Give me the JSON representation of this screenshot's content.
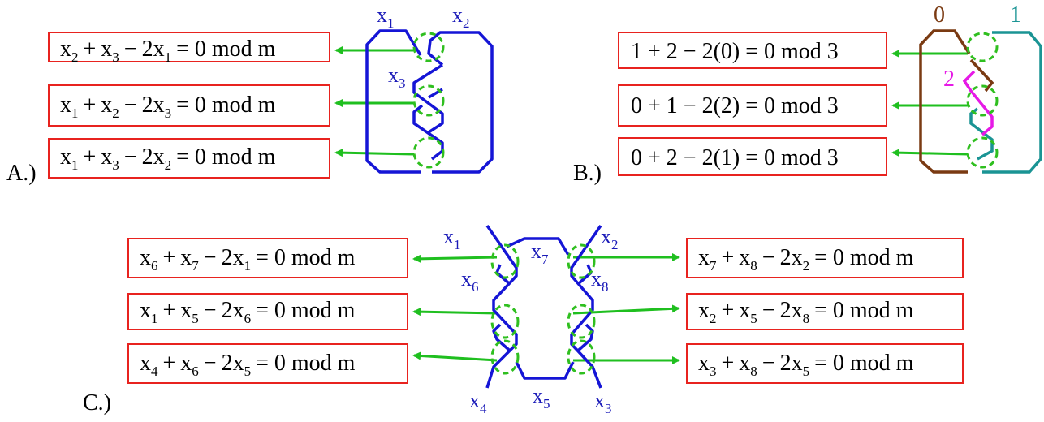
{
  "colors": {
    "box_border": "#e8231f",
    "arrow": "#1fbf1f",
    "knot_blue": "#1515d6",
    "label_blue": "#1a1ab8",
    "color0": "#7a3a12",
    "color1": "#1a9494",
    "color2": "#e619e6"
  },
  "panels": {
    "a": {
      "label": "A.)",
      "vars": {
        "x1": "x",
        "x1_sub": "1",
        "x2": "x",
        "x2_sub": "2",
        "x3": "x",
        "x3_sub": "3"
      },
      "equations": [
        {
          "a": "x",
          "a_sub": "2",
          "op1": "+",
          "b": "x",
          "b_sub": "3",
          "op2": "−",
          "c": "2x",
          "c_sub": "1",
          "rest": "= 0 mod m"
        },
        {
          "a": "x",
          "a_sub": "1",
          "op1": "+",
          "b": "x",
          "b_sub": "2",
          "op2": "−",
          "c": "2x",
          "c_sub": "3",
          "rest": "= 0 mod m"
        },
        {
          "a": "x",
          "a_sub": "1",
          "op1": "+",
          "b": "x",
          "b_sub": "3",
          "op2": "−",
          "c": "2x",
          "c_sub": "2",
          "rest": "= 0 mod m"
        }
      ]
    },
    "b": {
      "label": "B.)",
      "colors_labels": {
        "c0": "0",
        "c1": "1",
        "c2": "2"
      },
      "equations": [
        "1 + 2 − 2(0) = 0 mod 3",
        "0 + 1 − 2(2) = 0 mod 3",
        "0 + 2 − 2(1) = 0 mod 3"
      ]
    },
    "c": {
      "label": "C.)",
      "vars": {
        "x1": "x",
        "x1_sub": "1",
        "x2": "x",
        "x2_sub": "2",
        "x3": "x",
        "x3_sub": "3",
        "x4": "x",
        "x4_sub": "4",
        "x5": "x",
        "x5_sub": "5",
        "x6": "x",
        "x6_sub": "6",
        "x7": "x",
        "x7_sub": "7",
        "x8": "x",
        "x8_sub": "8"
      },
      "left_equations": [
        {
          "a": "x",
          "a_sub": "6",
          "op1": "+",
          "b": "x",
          "b_sub": "7",
          "op2": "−",
          "c": "2x",
          "c_sub": "1",
          "rest": "= 0 mod m"
        },
        {
          "a": "x",
          "a_sub": "1",
          "op1": "+",
          "b": "x",
          "b_sub": "5",
          "op2": "−",
          "c": "2x",
          "c_sub": "6",
          "rest": "= 0 mod m"
        },
        {
          "a": "x",
          "a_sub": "4",
          "op1": "+",
          "b": "x",
          "b_sub": "6",
          "op2": "−",
          "c": "2x",
          "c_sub": "5",
          "rest": "= 0 mod m"
        }
      ],
      "right_equations": [
        {
          "a": "x",
          "a_sub": "7",
          "op1": "+",
          "b": "x",
          "b_sub": "8",
          "op2": "−",
          "c": "2x",
          "c_sub": "2",
          "rest": "= 0 mod m"
        },
        {
          "a": "x",
          "a_sub": "2",
          "op1": "+",
          "b": "x",
          "b_sub": "5",
          "op2": "−",
          "c": "2x",
          "c_sub": "8",
          "rest": "= 0 mod m"
        },
        {
          "a": "x",
          "a_sub": "3",
          "op1": "+",
          "b": "x",
          "b_sub": "8",
          "op2": "−",
          "c": "2x",
          "c_sub": "5",
          "rest": "= 0 mod m"
        }
      ]
    }
  }
}
